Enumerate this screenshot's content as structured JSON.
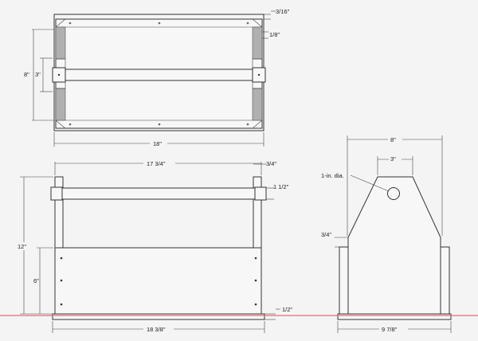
{
  "top_view": {
    "dims": {
      "top_edge": "3/16\"",
      "end_thickness": "1/8\"",
      "width": "8\"",
      "handle_width": "3\"",
      "length": "18\""
    }
  },
  "front_view": {
    "dims": {
      "inner_length": "17 3/4\"",
      "end_thickness": "3/4\"",
      "handle_dia": "1 1/2\"",
      "overall_height": "12\"",
      "side_height": "6\"",
      "bottom_thickness": "1/2\"",
      "base_length": "18 3/8\""
    }
  },
  "end_view": {
    "dims": {
      "top_width": "8\"",
      "top_flat": "3\"",
      "hole": "1-in. dia.",
      "side_thickness": "3/4\"",
      "base_width": "9 7/8\""
    }
  }
}
